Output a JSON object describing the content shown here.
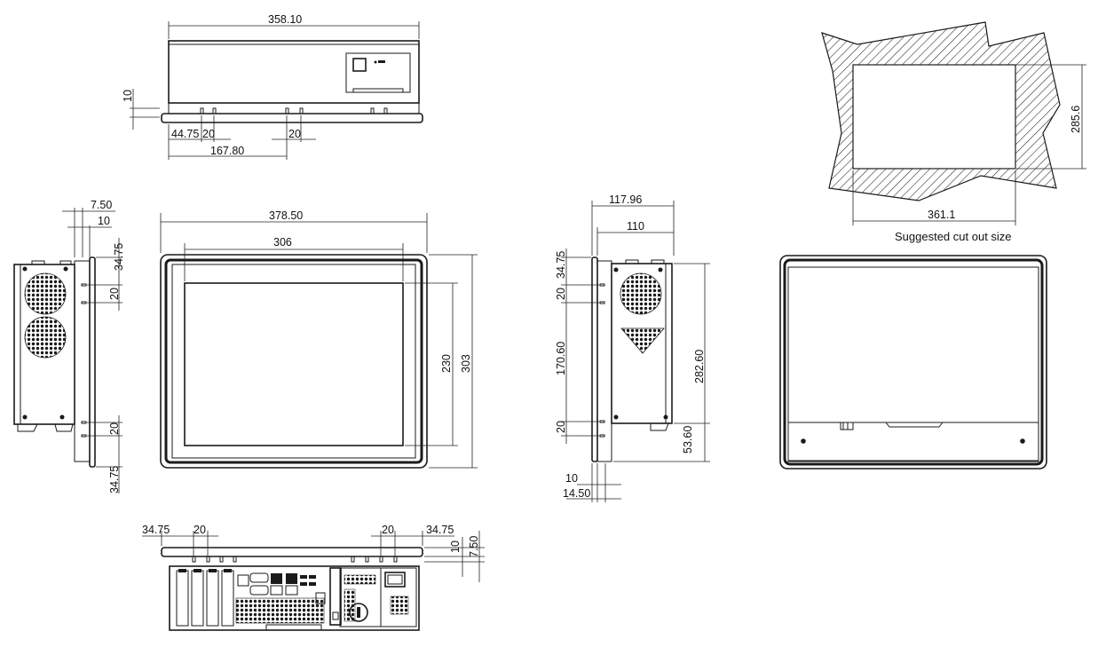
{
  "top_view": {
    "dims": {
      "width": "358.10",
      "flange": "10",
      "left_offset": "44.75",
      "mount_a": "20",
      "mount_b": "20",
      "span": "167.80"
    }
  },
  "left_side_view": {
    "dims": {
      "bezel": "7.50",
      "depth": "10",
      "top": "34.75",
      "gap_top": "20",
      "gap_bottom": "20",
      "bottom": "34.75"
    }
  },
  "front_view": {
    "dims": {
      "outer_width": "378.50",
      "inner_width": "306",
      "inner_height": "230",
      "outer_height": "303"
    }
  },
  "right_side_view": {
    "dims": {
      "depth_total": "117.96",
      "body_depth": "110",
      "top": "34.75",
      "gap_top": "20",
      "span": "170.60",
      "gap_bottom": "20",
      "body_height": "282.60",
      "bottom": "53.60",
      "flange": "10",
      "flange_total": "14.50"
    }
  },
  "bottom_view": {
    "dims": {
      "left_offset": "34.75",
      "left_gap": "20",
      "right_gap": "20",
      "right_offset": "34.75",
      "flange": "10",
      "bezel": "7.50"
    }
  },
  "cutout_view": {
    "dims": {
      "height": "285.6",
      "width": "361.1"
    },
    "caption": "Suggested cut out size"
  }
}
